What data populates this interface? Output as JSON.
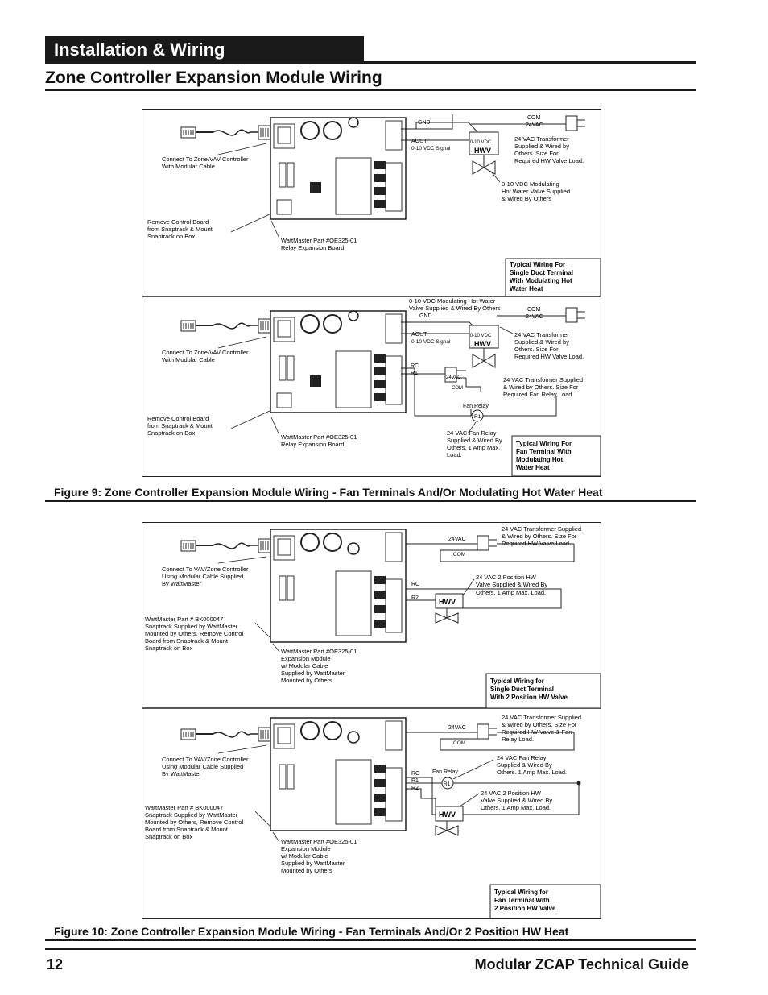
{
  "header": {
    "section": "Installation & Wiring",
    "title": "Zone Controller Expansion Module Wiring"
  },
  "figures": [
    {
      "caption": "Figure 9:  Zone Controller Expansion Module Wiring - Fan Terminals And/Or Modulating Hot Water Heat",
      "panels": [
        {
          "box": [
            "Typical Wiring For",
            "Single Duct Terminal",
            "With Modulating Hot",
            "Water Heat"
          ],
          "left": [
            "Connect To Zone/VAV Controller",
            "With Modular Cable"
          ],
          "snap": [
            "Remove Control Board",
            "from Snaptrack & Mount",
            "Snaptrack on Box"
          ],
          "part": [
            "WattMaster Part #OE325-01",
            "Relay Expansion Board"
          ],
          "right": [
            "24 VAC Transformer",
            "Supplied & Wired by",
            "Others. Size For",
            "Required HW Valve Load."
          ],
          "valve": [
            "0-10 VDC Modulating",
            "Hot Water Valve Supplied",
            "& Wired By Others"
          ],
          "labels": {
            "com": "COM",
            "vac": "24VAC",
            "gnd": "GND",
            "aout": "AOUT",
            "sig": "0-10 VDC Signal",
            "hwv": "HWV",
            "vdc": "0-10 VDC"
          }
        },
        {
          "box": [
            "Typical Wiring For",
            "Fan Terminal With",
            "Modulating Hot",
            "Water Heat"
          ],
          "left": [
            "Connect To Zone/VAV Controller",
            "With Modular Cable"
          ],
          "snap": [
            "Remove Control Board",
            "from Snaptrack & Mount",
            "Snaptrack on Box"
          ],
          "part": [
            "WattMaster Part #OE325-01",
            "Relay Expansion Board"
          ],
          "top": [
            "0-10 VDC Modulating Hot Water",
            "Valve Supplied & Wired By Others"
          ],
          "right": [
            "24 VAC Transformer",
            "Supplied & Wired by",
            "Others. Size For",
            "Required HW Valve Load."
          ],
          "fanxf": [
            "24 VAC Transformer Supplied",
            "& Wired by Others. Size For",
            "Required Fan Relay Load."
          ],
          "relay": [
            "24 VAC Fan Relay",
            "Supplied & Wired By",
            "Others. 1 Amp Max.",
            "Load."
          ],
          "labels": {
            "com": "COM",
            "vac": "24VAC",
            "gnd": "GND",
            "aout": "AOUT",
            "sig": "0-10 VDC Signal",
            "hwv": "HWV",
            "vdc": "0-10 VDC",
            "rc": "RC",
            "r1": "R1",
            "fan": "Fan Relay"
          }
        }
      ]
    },
    {
      "caption": "Figure 10:  Zone Controller Expansion Module Wiring - Fan Terminals And/Or 2 Position HW Heat",
      "panels": [
        {
          "box": [
            "Typical Wiring for",
            "Single Duct Terminal",
            "With 2 Position HW Valve"
          ],
          "left": [
            "Connect To VAV/Zone Controller",
            "Using Modular Cable Supplied",
            "By WattMaster"
          ],
          "snap": [
            "WattMaster Part # BK000047",
            "Snaptrack Supplied by WattMaster",
            "Mounted by Others, Remove Control",
            "Board from Snaptrack & Mount",
            "Snaptrack on Box"
          ],
          "part": [
            "WattMaster Part #OE325-01",
            "Expansion Module",
            "w/ Modular Cable",
            "Supplied by WattMaster",
            "Mounted by Others"
          ],
          "right": [
            "24 VAC Transformer Supplied",
            "& Wired by Others. Size For",
            "Required HW Valve Load."
          ],
          "valve": [
            "24 VAC 2 Position HW",
            "Valve Supplied & Wired By",
            "Others, 1 Amp Max. Load."
          ],
          "labels": {
            "com": "COM",
            "vac": "24VAC",
            "rc": "RC",
            "r2": "R2",
            "hwv": "HWV"
          }
        },
        {
          "box": [
            "Typical Wiring for",
            "Fan Terminal With",
            "2 Position HW Valve"
          ],
          "left": [
            "Connect To VAV/Zone Controller",
            "Using Modular Cable Supplied",
            "By WattMaster"
          ],
          "snap": [
            "WattMaster Part # BK000047",
            "Snaptrack Supplied by WattMaster",
            "Mounted by Others, Remove Control",
            "Board from Snaptrack & Mount",
            "Snaptrack on Box"
          ],
          "part": [
            "WattMaster Part #OE325-01",
            "Expansion Module",
            "w/ Modular Cable",
            "Supplied by WattMaster",
            "Mounted by Others"
          ],
          "right": [
            "24 VAC Transformer Supplied",
            "& Wired by Others. Size For",
            "Required HW Valve & Fan",
            "Relay Load."
          ],
          "relay": [
            "24 VAC Fan Relay",
            "Supplied & Wired By",
            "Others. 1 Amp Max. Load."
          ],
          "valve": [
            "24 VAC 2 Position HW",
            "Valve Supplied & Wired By",
            "Others. 1 Amp Max. Load."
          ],
          "labels": {
            "com": "COM",
            "vac": "24VAC",
            "rc": "RC",
            "r1": "R1",
            "r2": "R2",
            "hwv": "HWV",
            "fan": "Fan Relay"
          }
        }
      ]
    }
  ],
  "footer": {
    "page": "12",
    "guide": "Modular ZCAP Technical Guide"
  }
}
